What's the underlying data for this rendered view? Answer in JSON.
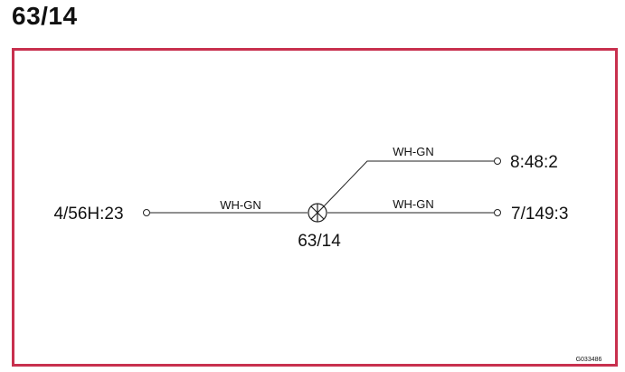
{
  "page": {
    "title": "63/14"
  },
  "diagram": {
    "frame_color": "#c8304e",
    "splice": {
      "label": "63/14",
      "symbol": "splice-circle-x-icon"
    },
    "connectors": {
      "left": "4/56H:23",
      "right_top": "8:48:2",
      "right_bottom": "7/149:3"
    },
    "wires": {
      "left": "WH-GN",
      "upper": "WH-GN",
      "lower": "WH-GN"
    },
    "drawing_id": "G033486"
  }
}
